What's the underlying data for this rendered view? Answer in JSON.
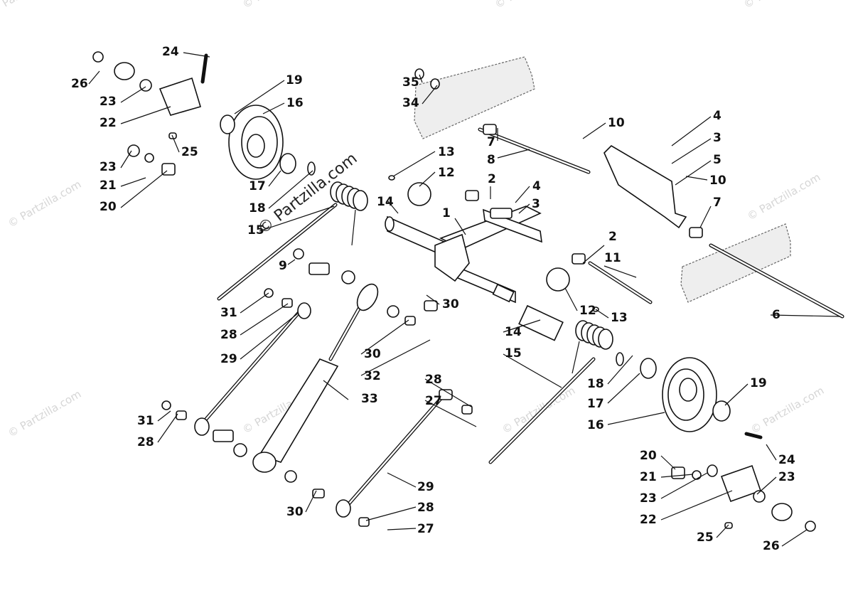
{
  "watermark": {
    "main": "© Partzilla.com",
    "faint": "© Partzilla.com"
  },
  "callouts": [
    "1",
    "2",
    "3",
    "4",
    "5",
    "6",
    "7",
    "8",
    "9",
    "10",
    "11",
    "12",
    "13",
    "14",
    "15",
    "16",
    "17",
    "18",
    "19",
    "20",
    "21",
    "22",
    "23",
    "24",
    "25",
    "26",
    "27",
    "28",
    "29",
    "30",
    "31",
    "32",
    "33",
    "34",
    "35"
  ]
}
